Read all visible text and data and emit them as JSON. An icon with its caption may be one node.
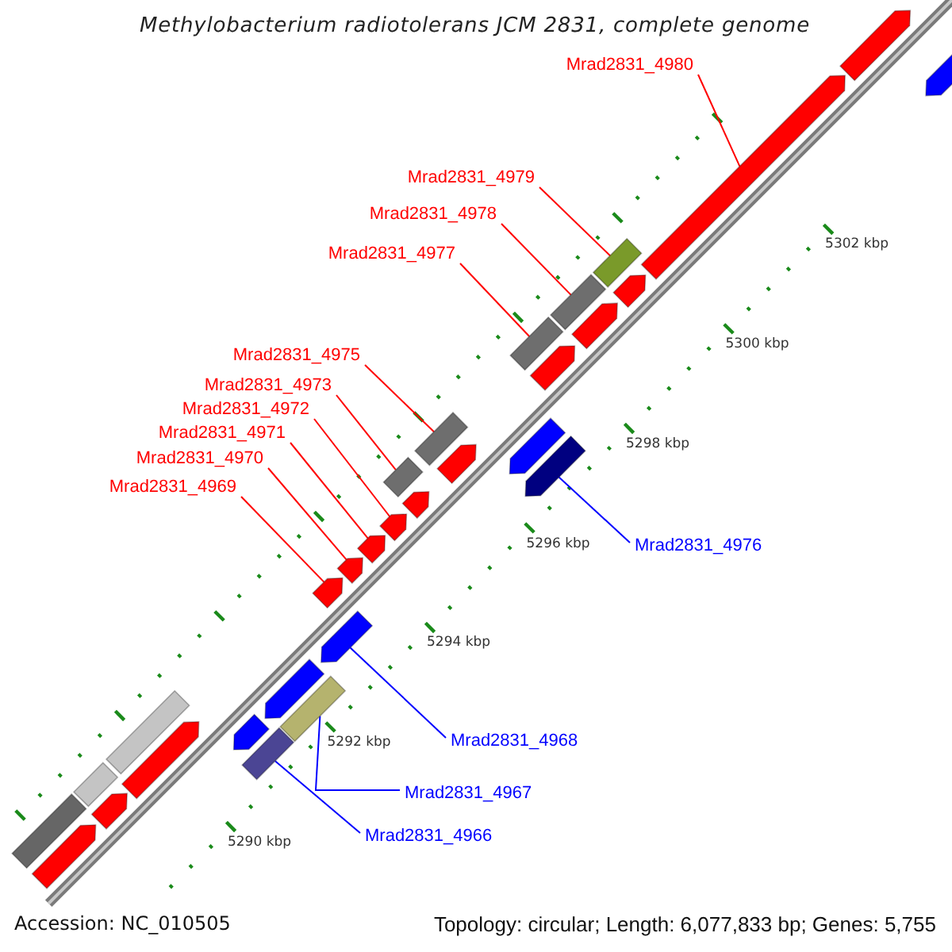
{
  "diagram": {
    "title": "Methylobacterium radiotolerans JCM 2831, complete genome",
    "nodes": [
      {
        "text": [
          "Mrad2831_4980"
        ]
      },
      {
        "text": [],
        "shape": "pentagon"
      },
      {
        "text": [
          "Mrad2831_4979"
        ]
      },
      {
        "text": [],
        "shape": "box"
      },
      {
        "text": [
          "Mrad2831_4978"
        ]
      },
      {
        "text": [],
        "shape": "box"
      },
      {
        "text": [
          "Mrad2831_4977"
        ]
      },
      {
        "text": [],
        "shape": "box"
      },
      {
        "text": [
          "Mrad2831_4975"
        ]
      },
      {
        "text": [],
        "shape": "box"
      },
      {
        "text": [
          "Mrad2831_4973"
        ]
      },
      {
        "text": [],
        "shape": "box"
      },
      {
        "text": [
          "Mrad2831_4972"
        ]
      },
      {
        "text": [],
        "shape": "pentagon"
      },
      {
        "text": [
          "Mrad2831_4971"
        ]
      },
      {
        "text": [],
        "shape": "pentagon"
      },
      {
        "text": [
          "Mrad2831_4970"
        ]
      },
      {
        "text": [],
        "shape": "pentagon"
      },
      {
        "text": [
          "Mrad2831_4969"
        ]
      },
      {
        "text": [],
        "shape": "pentagon"
      },
      {
        "text": [
          "Mrad2831_4976"
        ]
      },
      {
        "text": [],
        "shape": "pentagon"
      },
      {
        "text": [
          "Mrad2831_4968"
        ]
      },
      {
        "text": [],
        "shape": "pentagon"
      },
      {
        "text": [
          "Mrad2831_4967"
        ]
      },
      {
        "text": [],
        "shape": "box"
      },
      {
        "text": [
          "Mrad2831_4966"
        ]
      },
      {
        "text": [],
        "shape": "box"
      },
      {
        "text": [],
        "shape": "pentagon"
      },
      {
        "text": [],
        "shape": "pentagon"
      },
      {
        "text": [],
        "shape": "pentagon"
      },
      {
        "text": [],
        "shape": "pentagon"
      },
      {
        "text": [],
        "shape": "pentagon"
      },
      {
        "text": [],
        "shape": "pentagon"
      },
      {
        "text": [],
        "shape": "pentagon"
      },
      {
        "text": [],
        "shape": "pentagon"
      },
      {
        "text": [],
        "shape": "pentagon"
      },
      {
        "text": [],
        "shape": "pentagon"
      },
      {
        "text": [],
        "shape": "box"
      },
      {
        "text": [],
        "shape": "pentagon"
      },
      {
        "text": [],
        "shape": "box"
      },
      {
        "text": [],
        "shape": "pentagon"
      },
      {
        "text": [],
        "shape": "box"
      },
      {
        "text": [],
        "shape": "pentagon"
      }
    ],
    "edges": [
      {
        "from": 0,
        "to": 1,
        "arrow": "none"
      },
      {
        "from": 2,
        "to": 3,
        "arrow": "none"
      },
      {
        "from": 4,
        "to": 5,
        "arrow": "none"
      },
      {
        "from": 6,
        "to": 7,
        "arrow": "none"
      },
      {
        "from": 8,
        "to": 9,
        "arrow": "none"
      },
      {
        "from": 10,
        "to": 11,
        "arrow": "none"
      },
      {
        "from": 12,
        "to": 13,
        "arrow": "none"
      },
      {
        "from": 14,
        "to": 15,
        "arrow": "none"
      },
      {
        "from": 16,
        "to": 17,
        "arrow": "none"
      },
      {
        "from": 18,
        "to": 19,
        "arrow": "none"
      },
      {
        "from": 20,
        "to": 21,
        "arrow": "none",
        "color": "#0000ff"
      },
      {
        "from": 22,
        "to": 23,
        "arrow": "none",
        "color": "#0000ff"
      },
      {
        "from": 24,
        "to": 25,
        "arrow": "none",
        "color": "#0000ff"
      },
      {
        "from": 26,
        "to": 27,
        "arrow": "none",
        "color": "#0000ff"
      }
    ],
    "labels": [
      "5302 kbp",
      "5300 kbp",
      "5298 kbp",
      "5296 kbp",
      "5294 kbp",
      "5292 kbp",
      "5290 kbp",
      "Accession: NC_010505",
      "Topology: circular; Length: 6,077,833 bp; Genes: 5,755"
    ]
  }
}
